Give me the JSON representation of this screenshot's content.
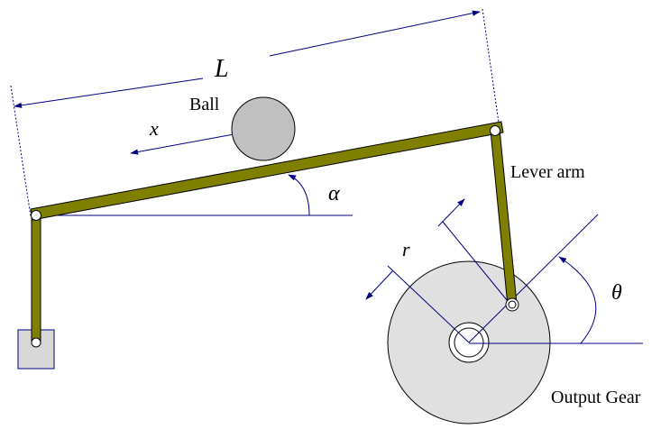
{
  "labels": {
    "length": "L",
    "ball": "Ball",
    "position": "x",
    "beam_angle": "α",
    "lever_arm": "Lever arm",
    "radius": "r",
    "gear_angle": "θ",
    "output_gear": "Output Gear"
  },
  "colors": {
    "beam": "#808000",
    "annotation": "#000080",
    "ball": "#c0c0c0",
    "gear": "#e0e0e0",
    "outline": "#000000",
    "support_block": "#d8d8d8"
  }
}
